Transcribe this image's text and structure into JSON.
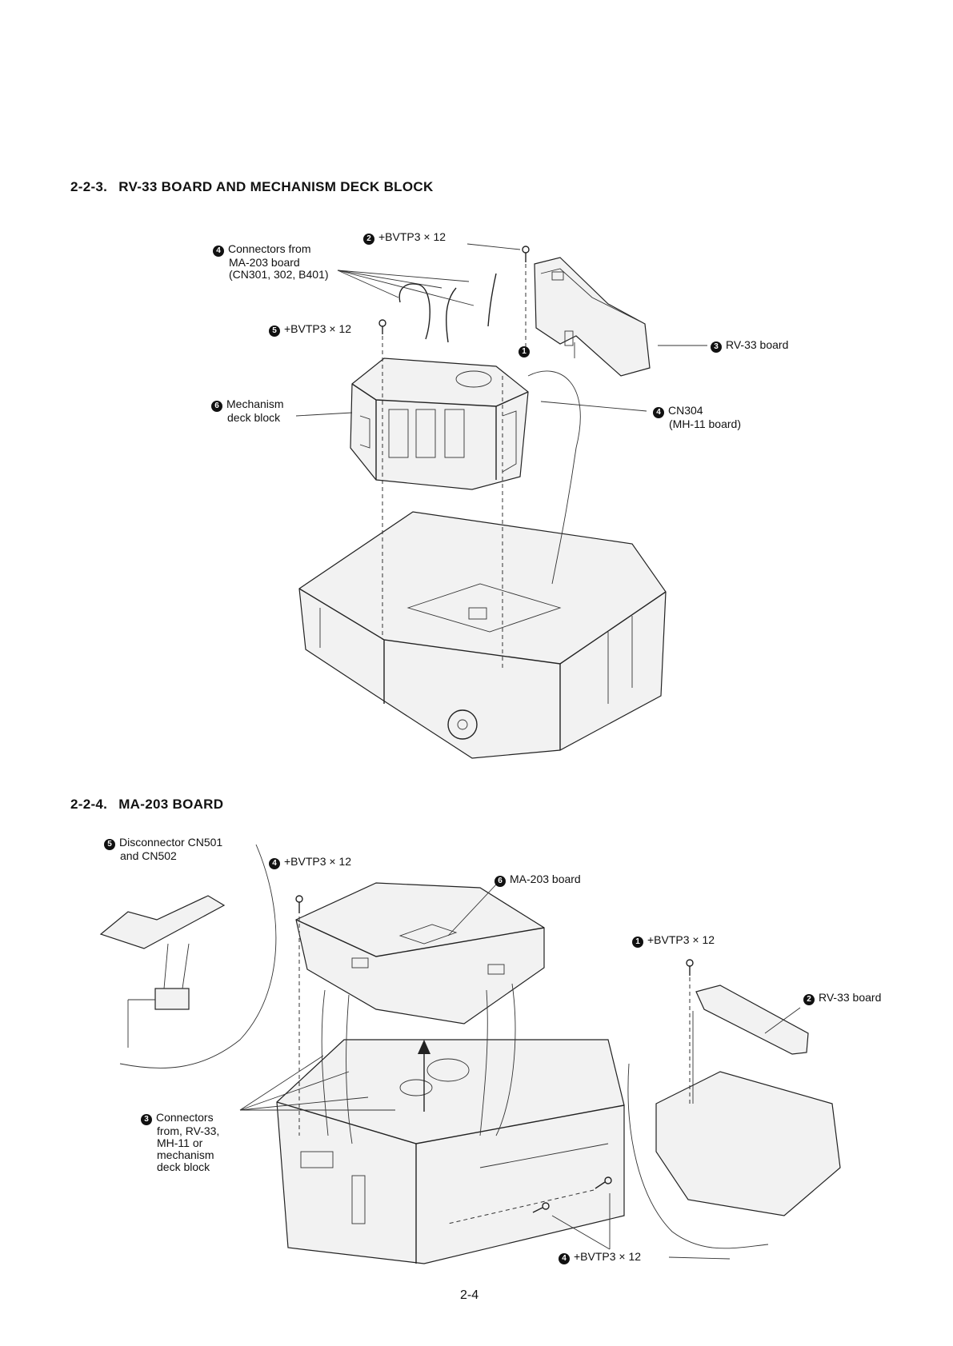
{
  "section_a": {
    "number": "2-2-3.",
    "title": "RV-33 BOARD AND MECHANISM DECK BLOCK",
    "callouts": {
      "c1": {
        "mark": "4",
        "lines": [
          "Connectors from",
          "MA-203 board",
          "(CN301, 302, B401)"
        ]
      },
      "c2": {
        "mark": "2",
        "lines": [
          "+BVTP3 × 12"
        ]
      },
      "c3": {
        "mark": "5",
        "lines": [
          "+BVTP3 × 12"
        ]
      },
      "c4": {
        "mark": "3",
        "lines": [
          "RV-33 board"
        ]
      },
      "c5": {
        "mark": "1",
        "lines": []
      },
      "c6": {
        "mark": "6",
        "lines": [
          "Mechanism",
          "deck block"
        ]
      },
      "c7": {
        "mark": "4",
        "lines": [
          "CN304",
          "(MH-11 board)"
        ]
      }
    }
  },
  "section_b": {
    "number": "2-2-4.",
    "title": "MA-203 BOARD",
    "callouts": {
      "c1": {
        "mark": "5",
        "lines": [
          "Disconnector CN501",
          "and CN502"
        ]
      },
      "c2": {
        "mark": "4",
        "lines": [
          "+BVTP3 × 12"
        ]
      },
      "c3": {
        "mark": "6",
        "lines": [
          "MA-203 board"
        ]
      },
      "c4": {
        "mark": "1",
        "lines": [
          "+BVTP3 × 12"
        ]
      },
      "c5": {
        "mark": "2",
        "lines": [
          "RV-33 board"
        ]
      },
      "c6": {
        "mark": "3",
        "lines": [
          "Connectors",
          "from, RV-33,",
          "MH-11 or",
          "mechanism",
          "deck block"
        ]
      },
      "c7": {
        "mark": "4",
        "lines": [
          "+BVTP3 × 12"
        ]
      }
    }
  },
  "page_number": "2-4"
}
